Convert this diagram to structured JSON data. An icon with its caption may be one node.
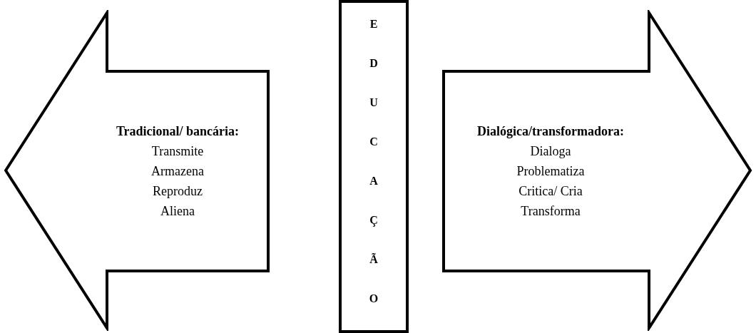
{
  "diagram": {
    "nodes": [
      {
        "text": [
          "Tradicional/ bancária:",
          "Transmite",
          "Armazena",
          "Reproduz",
          "Aliena"
        ]
      },
      {
        "text": [
          "EDUCAÇÃO"
        ]
      },
      {
        "text": [
          "Dialógica/transformadora:",
          "Dialoga",
          "Problematiza",
          "Critica/ Cria",
          "Transforma"
        ]
      }
    ]
  }
}
